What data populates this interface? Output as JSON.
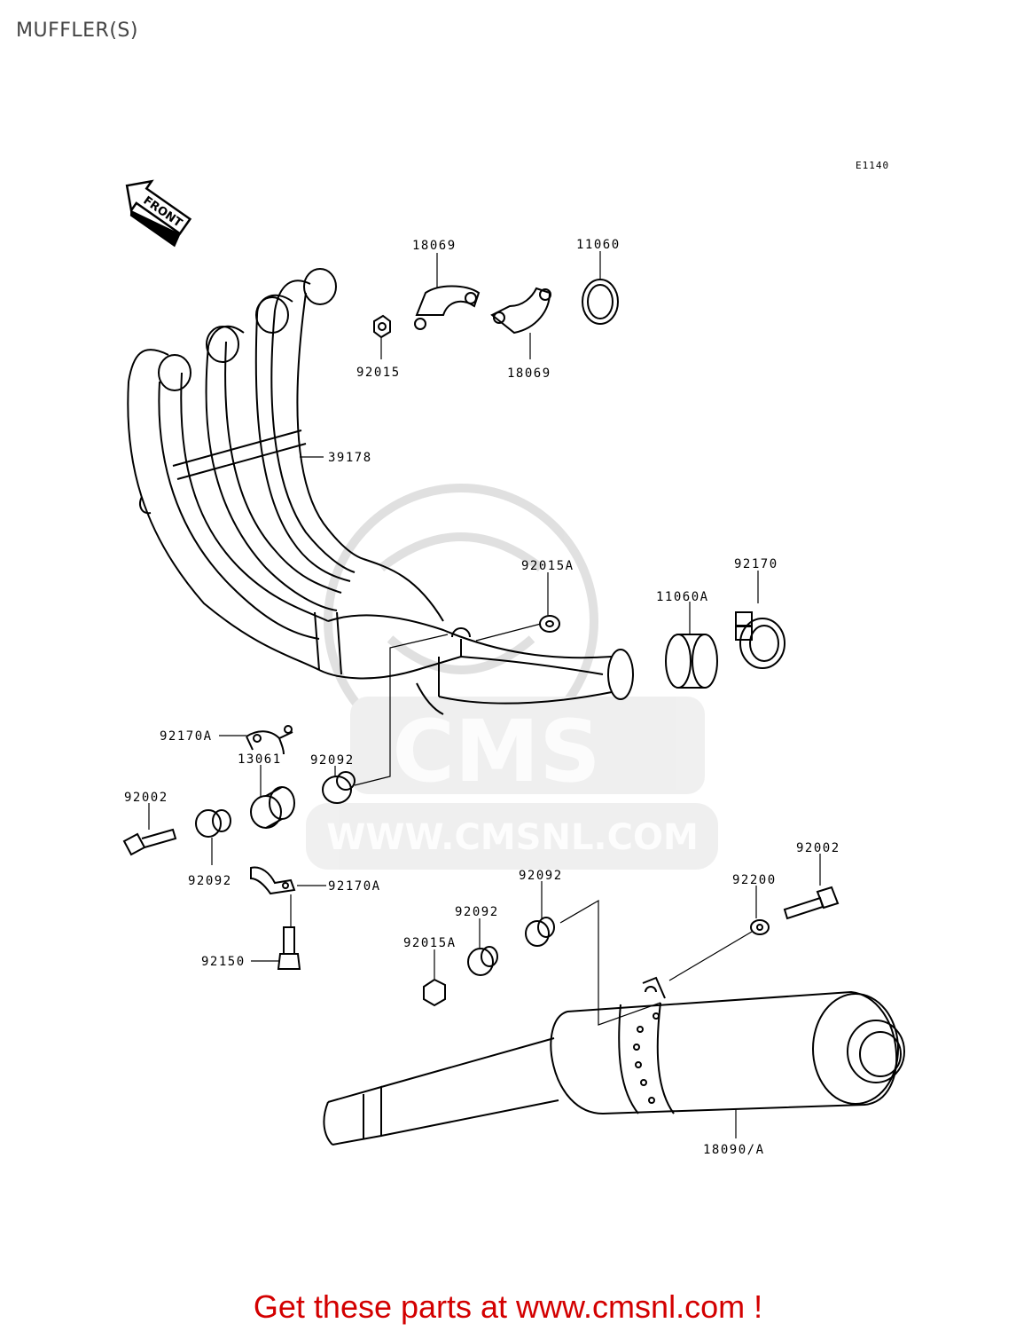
{
  "page": {
    "title": "MUFFLER(S)",
    "diagram_code": "E1140"
  },
  "front_marker": "FRONT",
  "watermark": {
    "brand": "CMS",
    "url": "WWW.CMSNL.COM"
  },
  "callouts": [
    {
      "id": "c1",
      "label": "18069"
    },
    {
      "id": "c2",
      "label": "11060"
    },
    {
      "id": "c3",
      "label": "92015"
    },
    {
      "id": "c4",
      "label": "18069"
    },
    {
      "id": "c5",
      "label": "39178"
    },
    {
      "id": "c6",
      "label": "92015A"
    },
    {
      "id": "c7",
      "label": "92170"
    },
    {
      "id": "c8",
      "label": "11060A"
    },
    {
      "id": "c9",
      "label": "92170A"
    },
    {
      "id": "c10",
      "label": "92092"
    },
    {
      "id": "c11",
      "label": "13061"
    },
    {
      "id": "c12",
      "label": "92002"
    },
    {
      "id": "c13",
      "label": "92092"
    },
    {
      "id": "c14",
      "label": "92170A"
    },
    {
      "id": "c15",
      "label": "92092"
    },
    {
      "id": "c16",
      "label": "92092"
    },
    {
      "id": "c17",
      "label": "92015A"
    },
    {
      "id": "c18",
      "label": "92150"
    },
    {
      "id": "c19",
      "label": "92200"
    },
    {
      "id": "c20",
      "label": "92002"
    },
    {
      "id": "c21",
      "label": "18090/A"
    }
  ],
  "footer": {
    "text": "Get these parts at www.cmsnl.com !",
    "color": "#d30000"
  }
}
